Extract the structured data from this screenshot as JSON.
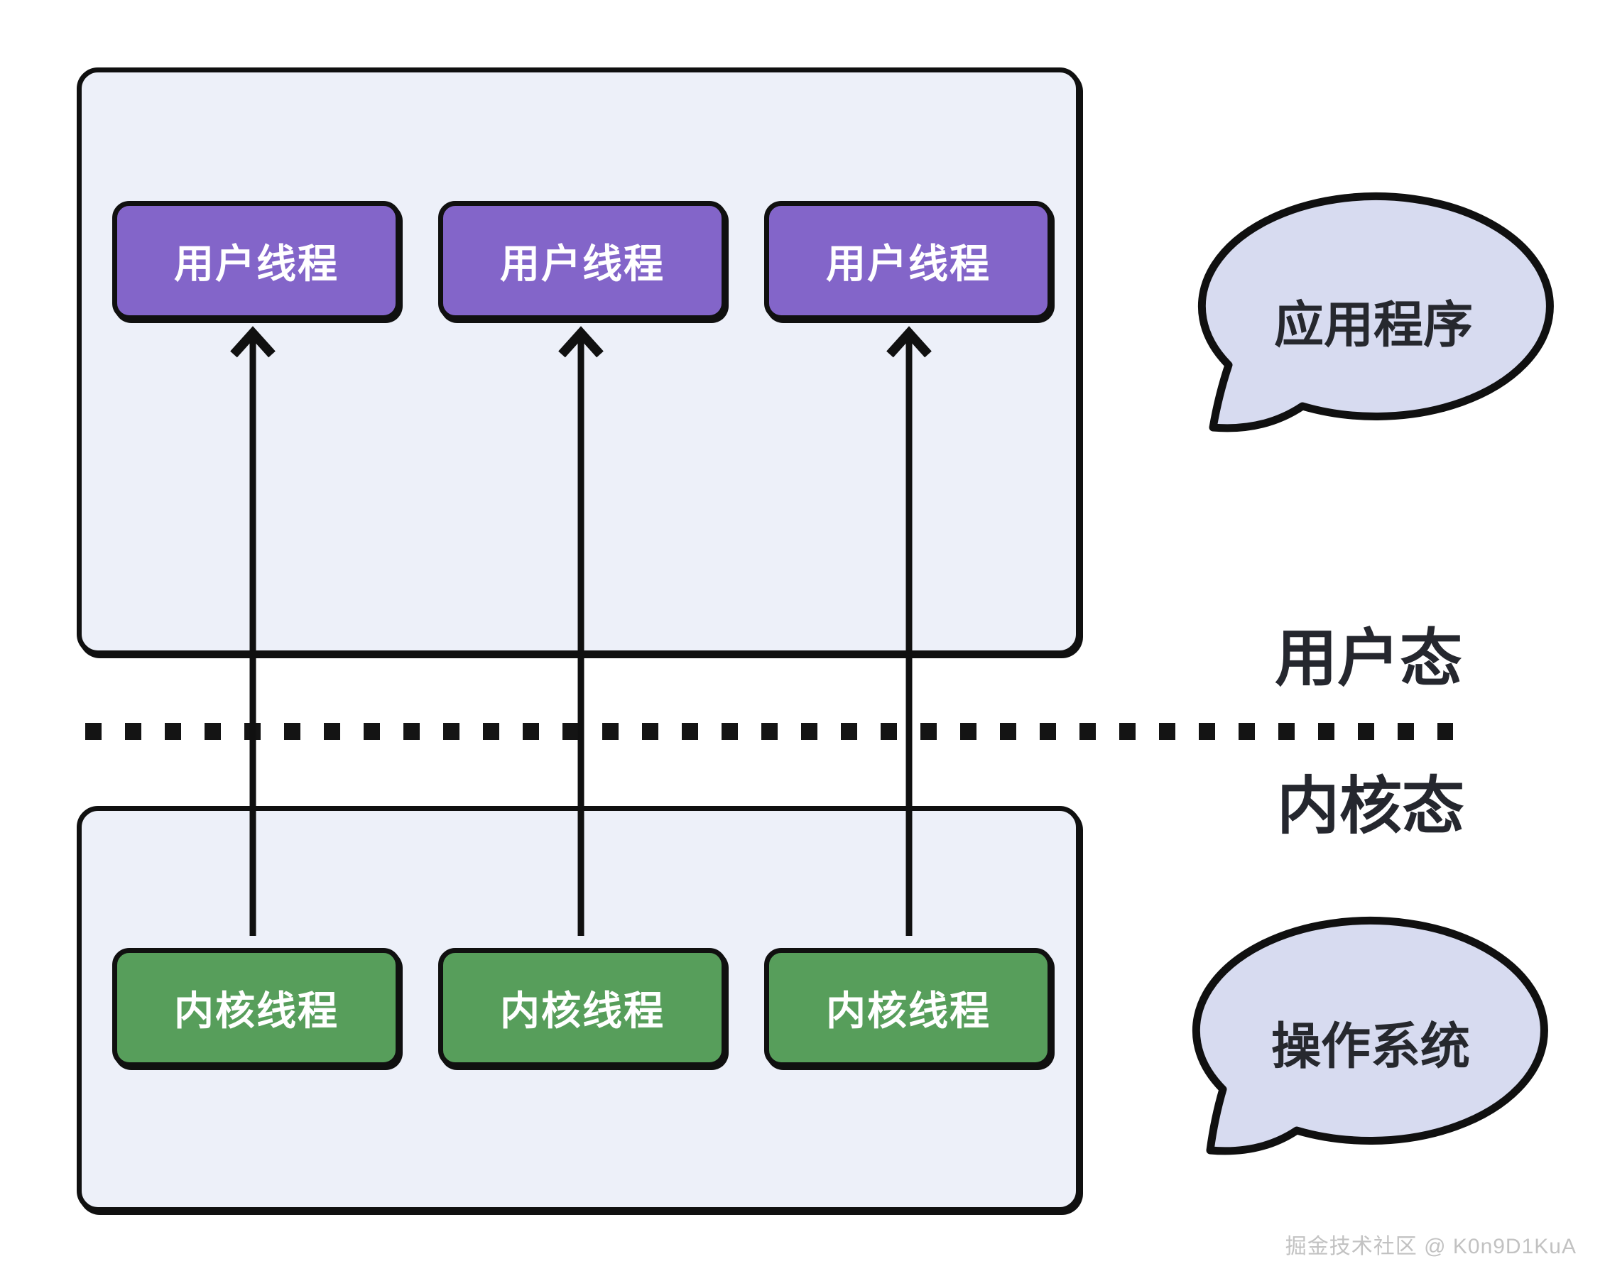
{
  "user_space": {
    "threads": [
      {
        "label": "用户线程"
      },
      {
        "label": "用户线程"
      },
      {
        "label": "用户线程"
      }
    ]
  },
  "kernel_space": {
    "threads": [
      {
        "label": "内核线程"
      },
      {
        "label": "内核线程"
      },
      {
        "label": "内核线程"
      }
    ]
  },
  "mode_labels": {
    "user_mode": "用户态",
    "kernel_mode": "内核态"
  },
  "callouts": {
    "application": "应用程序",
    "operating_system": "操作系统"
  },
  "watermark": "掘金技术社区 @ K0n9D1KuA",
  "colors": {
    "user_thread_fill": "#8365C9",
    "kernel_thread_fill": "#579E5B",
    "panel_fill": "#EDF0F9",
    "callout_fill": "#D7DBF0",
    "outline": "#101010",
    "thread_text": "#FFFFFF",
    "mode_label_text": "#25272E",
    "callout_text": "#26282E",
    "watermark_text": "#C2C2C2"
  }
}
